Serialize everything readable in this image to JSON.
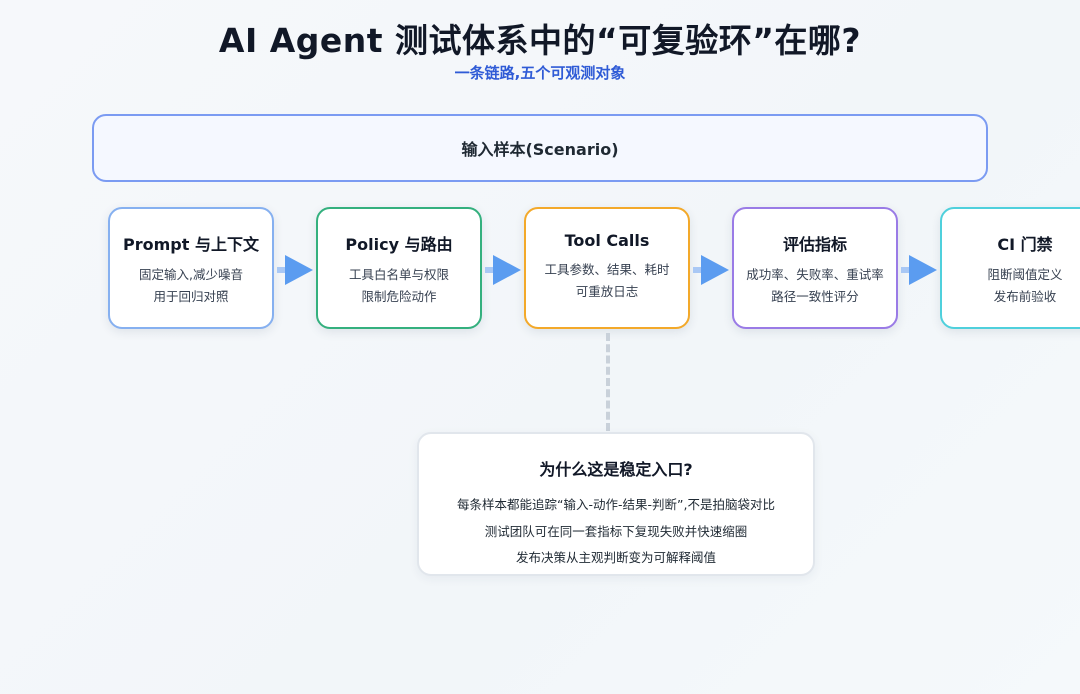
{
  "header": {
    "title": "AI Agent 测试体系中的“可复验环”在哪?",
    "subtitle": "一条链路,五个可观测对象"
  },
  "scenario": {
    "label": "输入样本(Scenario)"
  },
  "stages": [
    {
      "title": "Prompt 与上下文",
      "lines": [
        "固定输入,减少噪音",
        "用于回归对照"
      ]
    },
    {
      "title": "Policy 与路由",
      "lines": [
        "工具白名单与权限",
        "限制危险动作"
      ]
    },
    {
      "title": "Tool Calls",
      "lines": [
        "工具参数、结果、耗时",
        "可重放日志"
      ]
    },
    {
      "title": "评估指标",
      "lines": [
        "成功率、失败率、重试率",
        "路径一致性评分"
      ]
    },
    {
      "title": "CI 门禁",
      "lines": [
        "阻断阈值定义",
        "发布前验收"
      ]
    }
  ],
  "why_box": {
    "title": "为什么这是稳定入口?",
    "lines": [
      "每条样本都能追踪“输入-动作-结果-判断”,不是拍脑袋对比",
      "测试团队可在同一套指标下复现失败并快速缩圈",
      "发布决策从主观判断变为可解释阈值"
    ]
  },
  "colors": {
    "accent_blue": "#2f5bd6",
    "prompt_border": "#86b0f0",
    "policy_border": "#34b07e",
    "tool_border": "#f3a92a",
    "metrics_border": "#9a7be6",
    "ci_border": "#4fd0dc",
    "arrow": "#5b9cf0"
  },
  "icons": {
    "flow_arrow": "arrow-right-icon"
  }
}
